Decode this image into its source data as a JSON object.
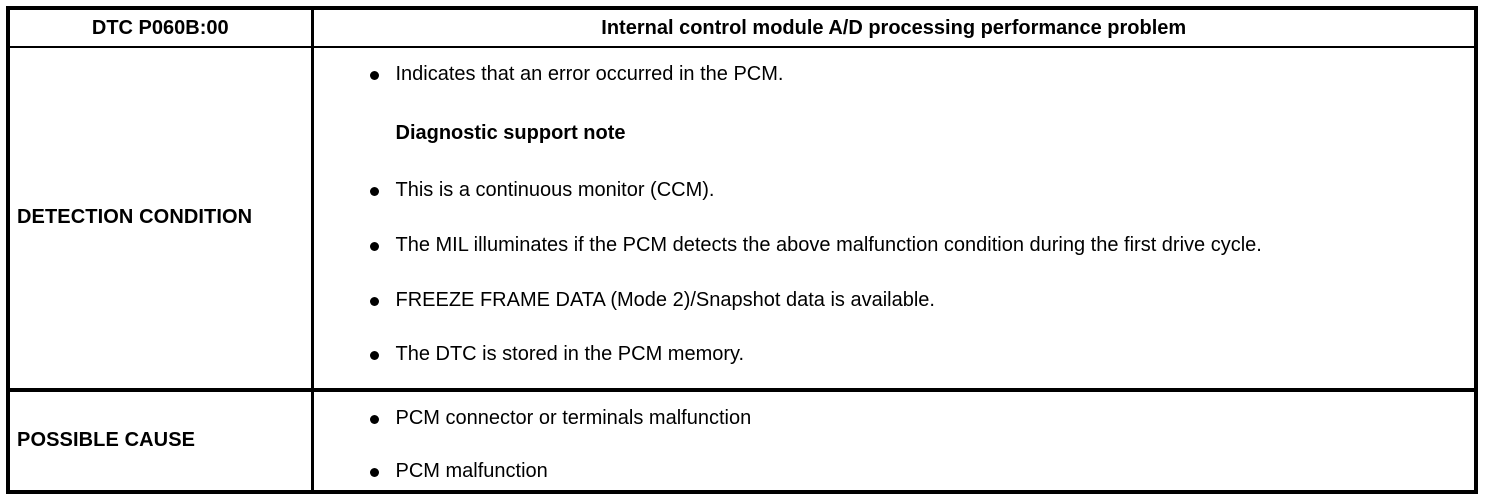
{
  "table": {
    "header": {
      "dtc_code": "DTC P060B:00",
      "description": "Internal control module A/D processing performance problem"
    },
    "rows": [
      {
        "label": "DETECTION CONDITION",
        "items": [
          {
            "type": "bullet",
            "text": "Indicates that an error occurred in the PCM."
          },
          {
            "type": "heading",
            "text": "Diagnostic support note"
          },
          {
            "type": "bullet",
            "text": "This is a continuous monitor (CCM)."
          },
          {
            "type": "bullet",
            "text": "The MIL illuminates if the PCM detects the above malfunction condition during the first drive cycle."
          },
          {
            "type": "bullet",
            "text": "FREEZE FRAME DATA (Mode 2)/Snapshot data is available."
          },
          {
            "type": "bullet",
            "text": "The DTC is stored in the PCM memory."
          }
        ]
      },
      {
        "label": "POSSIBLE CAUSE",
        "items": [
          {
            "type": "bullet",
            "text": "PCM connector or terminals malfunction"
          },
          {
            "type": "bullet",
            "text": "PCM malfunction"
          }
        ]
      }
    ]
  },
  "colors": {
    "border": "#000000",
    "text": "#000000",
    "background": "#ffffff"
  }
}
